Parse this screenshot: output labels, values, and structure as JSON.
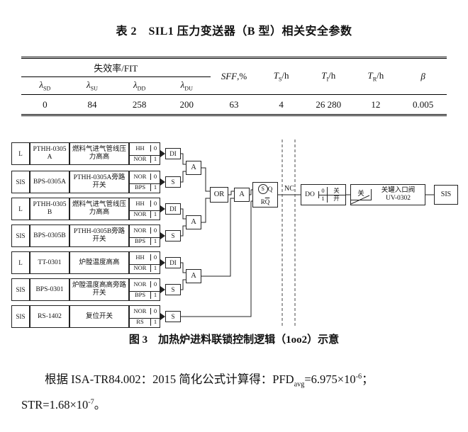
{
  "doc": {
    "table_title": "表 2　SIL1 压力变送器（B 型）相关安全参数",
    "figure_caption": "图 3　加热炉进料联锁控制逻辑（1oo2）示意"
  },
  "table": {
    "group_header": "失效率/FIT",
    "lambda_cols": [
      {
        "sym": "λ",
        "sub": "SD"
      },
      {
        "sym": "λ",
        "sub": "SU"
      },
      {
        "sym": "λ",
        "sub": "DD"
      },
      {
        "sym": "λ",
        "sub": "DU"
      }
    ],
    "param_cols": [
      {
        "sym": "SFF",
        "sub": "",
        "suffix": ",%"
      },
      {
        "sym": "T",
        "sub": "S",
        "suffix": "/h"
      },
      {
        "sym": "T",
        "sub": "I",
        "suffix": "/h"
      },
      {
        "sym": "T",
        "sub": "R",
        "suffix": "/h"
      },
      {
        "sym": "β",
        "sub": "",
        "suffix": ""
      }
    ],
    "values": [
      "0",
      "84",
      "258",
      "200",
      "63",
      "4",
      "26 280",
      "12",
      "0.005"
    ]
  },
  "diagram": {
    "inputs": [
      {
        "type": "L",
        "tag": "PTHH-0305A",
        "desc": "燃料气进气管线压力高高",
        "s1": "HH",
        "b1": "0",
        "s2": "NOR",
        "b2": "1",
        "io": "DI"
      },
      {
        "type": "SIS",
        "tag": "BPS-0305A",
        "desc": "PTHH-0305A旁路开关",
        "s1": "NOR",
        "b1": "0",
        "s2": "BPS",
        "b2": "1",
        "io": "S"
      },
      {
        "type": "L",
        "tag": "PTHH-0305B",
        "desc": "燃料气进气管线压力高高",
        "s1": "HH",
        "b1": "0",
        "s2": "NOR",
        "b2": "1",
        "io": "DI"
      },
      {
        "type": "SIS",
        "tag": "BPS-0305B",
        "desc": "PTHH-0305B旁路开关",
        "s1": "NOR",
        "b1": "0",
        "s2": "BPS",
        "b2": "1",
        "io": "S"
      },
      {
        "type": "L",
        "tag": "TT-0301",
        "desc": "炉膛温度高高",
        "s1": "HH",
        "b1": "0",
        "s2": "NOR",
        "b2": "1",
        "io": "DI"
      },
      {
        "type": "SIS",
        "tag": "BPS-0301",
        "desc": "炉膛温度高高旁路开关",
        "s1": "NOR",
        "b1": "0",
        "s2": "BPS",
        "b2": "1",
        "io": "S"
      },
      {
        "type": "SIS",
        "tag": "RS-1402",
        "desc": "复位开关",
        "s1": "NOR",
        "b1": "0",
        "s2": "RS",
        "b2": "1",
        "io": "S"
      }
    ],
    "gate_and": "A",
    "gate_or": "OR",
    "latch": {
      "s": "S",
      "q": "Q",
      "r": "R",
      "qbar": "Q"
    },
    "nc_label": "NC",
    "out": {
      "do_label": "DO",
      "bit0": "0",
      "bit1": "1",
      "act0": "关",
      "act1": "开",
      "valve_state": "关",
      "valve_desc1": "关罐入口阀",
      "valve_desc2": "UV-0302",
      "sis": "SIS"
    }
  },
  "paragraph": {
    "p1": "根据 ISA-TR84.002：2015 简化公式计算得：PFD",
    "sub1": "avg",
    "p2": "=6.975×10",
    "sup1": "-6",
    "p3": "；",
    "p4": "STR=1.68×10",
    "sup2": "-7",
    "p5": "。"
  }
}
